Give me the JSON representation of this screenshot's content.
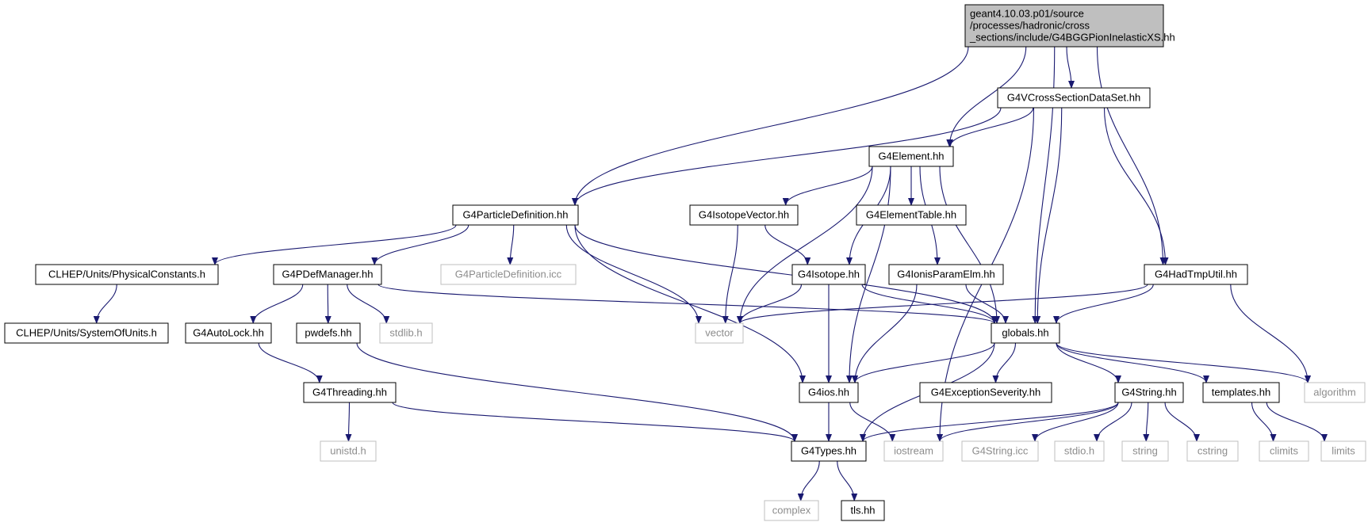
{
  "colors": {
    "edge": "#191970",
    "node_border": "#000000",
    "system_border": "#bfbfbf",
    "root_fill": "#bfbfbf",
    "text": "#000000",
    "system_text": "#8c8c8c"
  },
  "nodes": [
    {
      "id": "root",
      "lines": [
        "geant4.10.03.p01/source",
        "/processes/hadronic/cross",
        "_sections/include/G4BGGPionInelasticXS.hh"
      ],
      "kind": "root"
    },
    {
      "id": "vcross",
      "lines": [
        "G4VCrossSectionDataSet.hh"
      ],
      "kind": "header"
    },
    {
      "id": "element",
      "lines": [
        "G4Element.hh"
      ],
      "kind": "header"
    },
    {
      "id": "particledef",
      "lines": [
        "G4ParticleDefinition.hh"
      ],
      "kind": "header"
    },
    {
      "id": "isotopevector",
      "lines": [
        "G4IsotopeVector.hh"
      ],
      "kind": "header"
    },
    {
      "id": "elementtable",
      "lines": [
        "G4ElementTable.hh"
      ],
      "kind": "header"
    },
    {
      "id": "physconst",
      "lines": [
        "CLHEP/Units/PhysicalConstants.h"
      ],
      "kind": "header"
    },
    {
      "id": "pdefmanager",
      "lines": [
        "G4PDefManager.hh"
      ],
      "kind": "header"
    },
    {
      "id": "particledeficc",
      "lines": [
        "G4ParticleDefinition.icc"
      ],
      "kind": "system"
    },
    {
      "id": "isotope",
      "lines": [
        "G4Isotope.hh"
      ],
      "kind": "header"
    },
    {
      "id": "ionisparam",
      "lines": [
        "G4IonisParamElm.hh"
      ],
      "kind": "header"
    },
    {
      "id": "hadtmputil",
      "lines": [
        "G4HadTmpUtil.hh"
      ],
      "kind": "header"
    },
    {
      "id": "systemofunits",
      "lines": [
        "CLHEP/Units/SystemOfUnits.h"
      ],
      "kind": "header"
    },
    {
      "id": "autolock",
      "lines": [
        "G4AutoLock.hh"
      ],
      "kind": "header"
    },
    {
      "id": "pwdefs",
      "lines": [
        "pwdefs.hh"
      ],
      "kind": "header"
    },
    {
      "id": "stdlib",
      "lines": [
        "stdlib.h"
      ],
      "kind": "system"
    },
    {
      "id": "vector",
      "lines": [
        "vector"
      ],
      "kind": "system"
    },
    {
      "id": "globals",
      "lines": [
        "globals.hh"
      ],
      "kind": "header"
    },
    {
      "id": "algorithm",
      "lines": [
        "algorithm"
      ],
      "kind": "system"
    },
    {
      "id": "threading",
      "lines": [
        "G4Threading.hh"
      ],
      "kind": "header"
    },
    {
      "id": "g4ios",
      "lines": [
        "G4ios.hh"
      ],
      "kind": "header"
    },
    {
      "id": "exceptionseverity",
      "lines": [
        "G4ExceptionSeverity.hh"
      ],
      "kind": "header"
    },
    {
      "id": "g4string",
      "lines": [
        "G4String.hh"
      ],
      "kind": "header"
    },
    {
      "id": "templates",
      "lines": [
        "templates.hh"
      ],
      "kind": "header"
    },
    {
      "id": "unistd",
      "lines": [
        "unistd.h"
      ],
      "kind": "system"
    },
    {
      "id": "g4types",
      "lines": [
        "G4Types.hh"
      ],
      "kind": "header"
    },
    {
      "id": "iostream",
      "lines": [
        "iostream"
      ],
      "kind": "system"
    },
    {
      "id": "g4stringicc",
      "lines": [
        "G4String.icc"
      ],
      "kind": "system"
    },
    {
      "id": "stdio",
      "lines": [
        "stdio.h"
      ],
      "kind": "system"
    },
    {
      "id": "string",
      "lines": [
        "string"
      ],
      "kind": "system"
    },
    {
      "id": "cstring",
      "lines": [
        "cstring"
      ],
      "kind": "system"
    },
    {
      "id": "climits",
      "lines": [
        "climits"
      ],
      "kind": "system"
    },
    {
      "id": "limits",
      "lines": [
        "limits"
      ],
      "kind": "system"
    },
    {
      "id": "complex",
      "lines": [
        "complex"
      ],
      "kind": "system"
    },
    {
      "id": "tls",
      "lines": [
        "tls.hh"
      ],
      "kind": "header"
    }
  ],
  "edges": [
    [
      "root",
      "particledef"
    ],
    [
      "root",
      "element"
    ],
    [
      "root",
      "vcross"
    ],
    [
      "root",
      "hadtmputil"
    ],
    [
      "root",
      "globals"
    ],
    [
      "vcross",
      "particledef"
    ],
    [
      "vcross",
      "element"
    ],
    [
      "vcross",
      "globals"
    ],
    [
      "vcross",
      "iostream"
    ],
    [
      "vcross",
      "hadtmputil"
    ],
    [
      "element",
      "isotopevector"
    ],
    [
      "element",
      "elementtable"
    ],
    [
      "element",
      "ionisparam"
    ],
    [
      "element",
      "isotope"
    ],
    [
      "element",
      "vector"
    ],
    [
      "element",
      "g4ios"
    ],
    [
      "element",
      "globals"
    ],
    [
      "particledef",
      "physconst"
    ],
    [
      "particledef",
      "pdefmanager"
    ],
    [
      "particledef",
      "particledeficc"
    ],
    [
      "particledef",
      "vector"
    ],
    [
      "particledef",
      "globals"
    ],
    [
      "particledef",
      "g4ios"
    ],
    [
      "isotopevector",
      "isotope"
    ],
    [
      "isotopevector",
      "vector"
    ],
    [
      "physconst",
      "systemofunits"
    ],
    [
      "pdefmanager",
      "autolock"
    ],
    [
      "pdefmanager",
      "pwdefs"
    ],
    [
      "pdefmanager",
      "stdlib"
    ],
    [
      "pdefmanager",
      "globals"
    ],
    [
      "isotope",
      "vector"
    ],
    [
      "isotope",
      "globals"
    ],
    [
      "isotope",
      "g4ios"
    ],
    [
      "ionisparam",
      "globals"
    ],
    [
      "ionisparam",
      "g4ios"
    ],
    [
      "hadtmputil",
      "vector"
    ],
    [
      "hadtmputil",
      "globals"
    ],
    [
      "hadtmputil",
      "algorithm"
    ],
    [
      "autolock",
      "threading"
    ],
    [
      "pwdefs",
      "g4types"
    ],
    [
      "threading",
      "unistd"
    ],
    [
      "threading",
      "g4types"
    ],
    [
      "globals",
      "g4ios"
    ],
    [
      "globals",
      "exceptionseverity"
    ],
    [
      "globals",
      "g4string"
    ],
    [
      "globals",
      "templates"
    ],
    [
      "globals",
      "algorithm"
    ],
    [
      "globals",
      "g4types"
    ],
    [
      "g4ios",
      "g4types"
    ],
    [
      "g4ios",
      "iostream"
    ],
    [
      "g4string",
      "g4types"
    ],
    [
      "g4string",
      "iostream"
    ],
    [
      "g4string",
      "g4stringicc"
    ],
    [
      "g4string",
      "stdio"
    ],
    [
      "g4string",
      "string"
    ],
    [
      "g4string",
      "cstring"
    ],
    [
      "templates",
      "climits"
    ],
    [
      "templates",
      "limits"
    ],
    [
      "g4types",
      "complex"
    ],
    [
      "g4types",
      "tls"
    ]
  ]
}
